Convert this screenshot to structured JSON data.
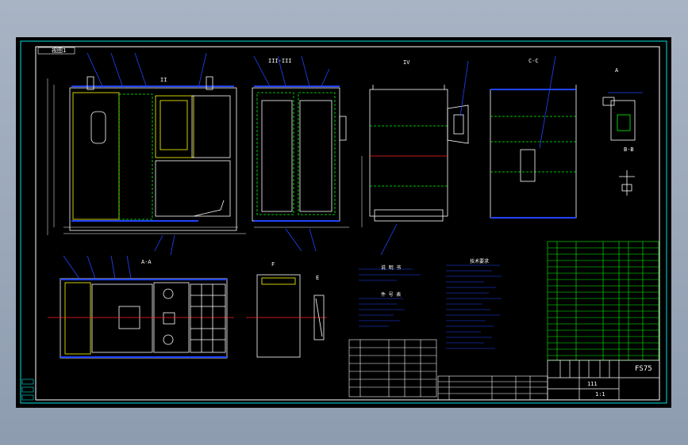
{
  "sheet": {
    "view_tag": "视图1",
    "drawing_number": "FS75",
    "title_cells": [
      "111",
      "1:1"
    ],
    "section_labels": [
      "II",
      "III-III",
      "IV",
      "C-C",
      "A",
      "A-A",
      "F",
      "E",
      "B-B"
    ],
    "notes_header": "技术要求",
    "center_headings": [
      "说 明 书",
      "件 号 表"
    ]
  },
  "colors": {
    "background_outer": "#9aa7b9",
    "drawing_bg": "#000000",
    "frame": "#00e0e0",
    "outline_white": "#ffffff",
    "part_yellow": "#ffff00",
    "hidden_green": "#00ff00",
    "leader_blue": "#2244ff",
    "center_red": "#ff2020",
    "table_green": "#00ff00"
  }
}
